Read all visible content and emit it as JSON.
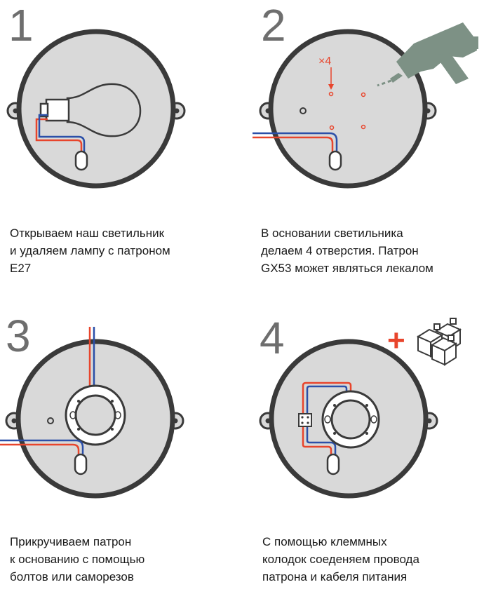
{
  "steps": [
    {
      "number": "1",
      "caption": "Открываем наш светильник\nи удаляем лампу с патроном\nE27"
    },
    {
      "number": "2",
      "caption": "В основании светильника\nделаем 4 отверстия. Патрон\nGX53 может являться лекалом"
    },
    {
      "number": "3",
      "caption": "Прикручиваем патрон\nк основанию с помощью\nболтов или саморезов"
    },
    {
      "number": "4",
      "caption": "С помощью клеммных\nколодок соеденяем провода\nпатрона и кабеля питания"
    }
  ],
  "step2_annotation": {
    "multiplier_label": "×4"
  },
  "step4_annotation": {
    "plus_sign": "+"
  },
  "icons": [
    "light-bulb-icon",
    "glue-gun-icon",
    "terminal-block-icon",
    "gx53-socket-icon"
  ],
  "colors": {
    "housing_fill": "#d9d9d9",
    "housing_stroke": "#3a3a3a",
    "wire_red": "#e8452c",
    "wire_blue": "#2b4fa8",
    "step_number": "#6e6e6e",
    "tool_green": "#7d9185"
  }
}
